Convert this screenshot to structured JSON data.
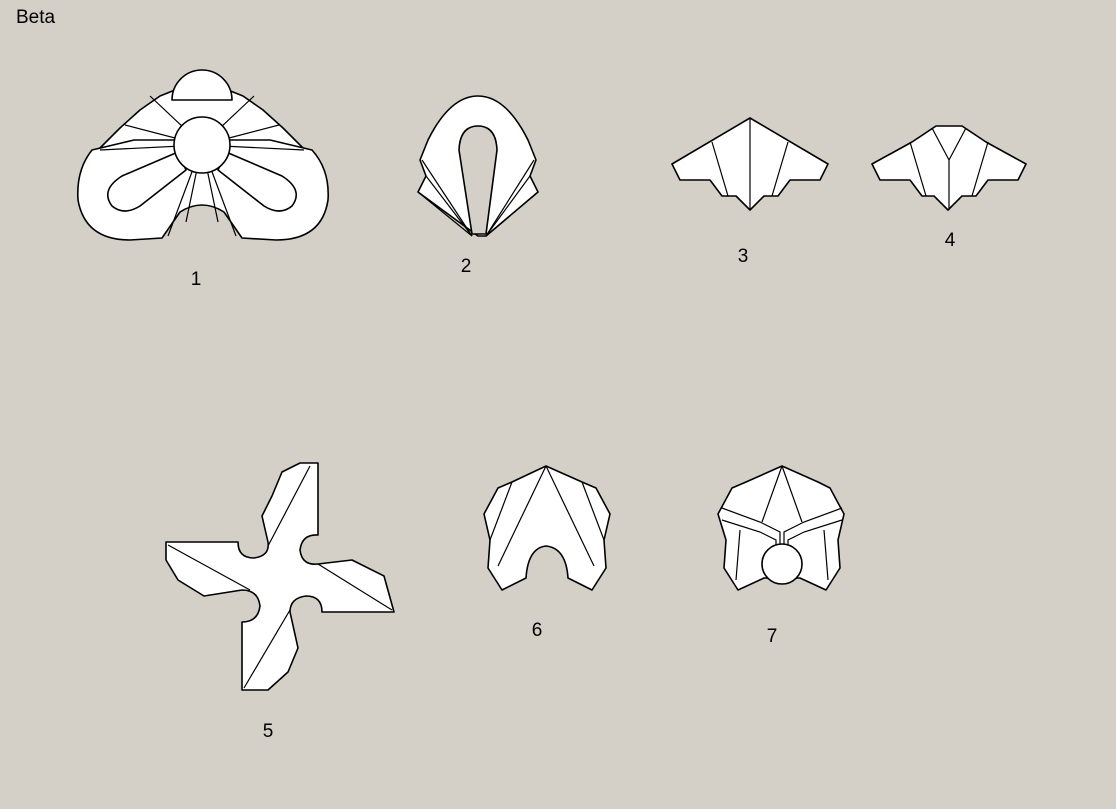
{
  "page": {
    "title": "Beta"
  },
  "labels": {
    "s1": "1",
    "s2": "2",
    "s3": "3",
    "s4": "4",
    "s5": "5",
    "s6": "6",
    "s7": "7"
  },
  "colors": {
    "background": "#d4d0c8",
    "fill": "#ffffff",
    "stroke": "#000000"
  }
}
